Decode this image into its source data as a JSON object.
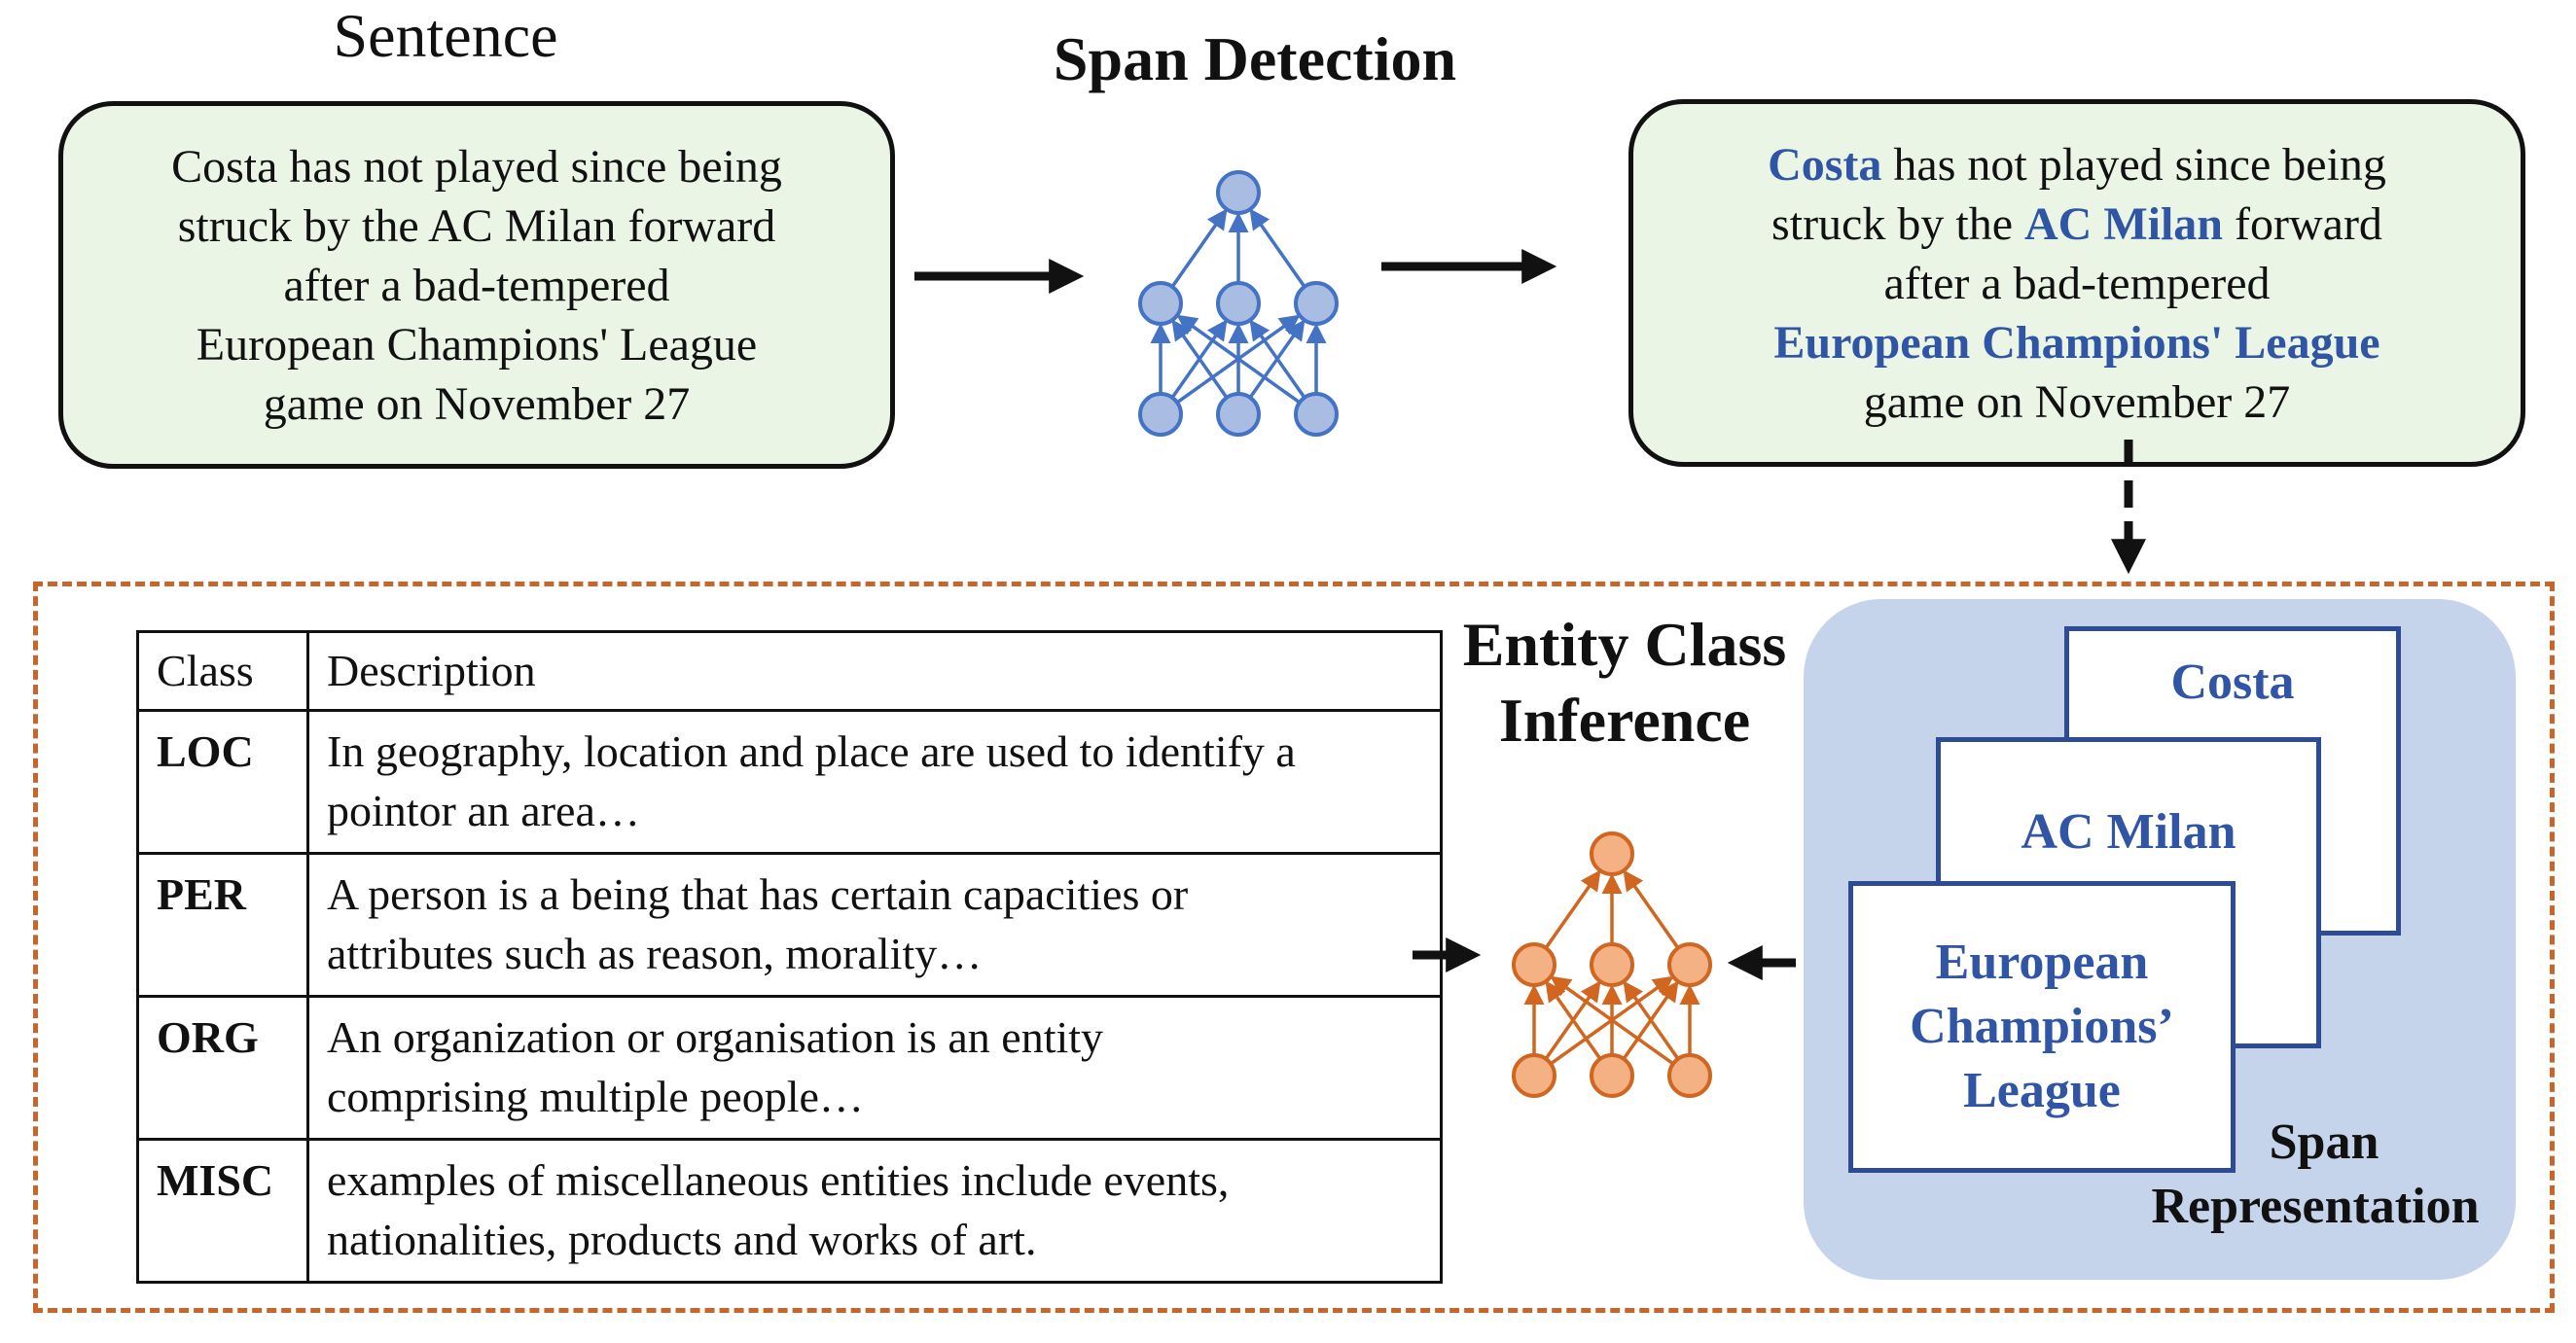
{
  "sentence_heading": "Sentence",
  "span_detection_heading": "Span Detection",
  "entity_class_heading": [
    "Entity Class",
    "Inference"
  ],
  "span_representation_label": [
    "Span",
    "Representation"
  ],
  "input_sentence": [
    "Costa has not played since being",
    "struck by the  AC Milan forward",
    "after a bad-tempered",
    "European Champions' League",
    "game on November 27"
  ],
  "detected_sentence": [
    [
      {
        "text": "Costa",
        "hl": true
      },
      {
        "text": " has not played since being",
        "hl": false
      }
    ],
    [
      {
        "text": "struck by the  ",
        "hl": false
      },
      {
        "text": "AC Milan",
        "hl": true
      },
      {
        "text": " forward",
        "hl": false
      }
    ],
    [
      {
        "text": "after a bad-tempered",
        "hl": false
      }
    ],
    [
      {
        "text": "European Champions' League",
        "hl": true
      }
    ],
    [
      {
        "text": "game on November 27",
        "hl": false
      }
    ]
  ],
  "span_cards": [
    [
      "Costa"
    ],
    [
      "AC Milan"
    ],
    [
      "European",
      "Champions’",
      "League"
    ]
  ],
  "class_table": {
    "headers": [
      "Class",
      "Description"
    ],
    "rows": [
      {
        "code": "LOC",
        "description": [
          "In geography, location and place are used to identify a",
          "pointor an area…"
        ]
      },
      {
        "code": "PER",
        "description": [
          "A person is a being that has certain capacities or",
          "attributes such as reason, morality…"
        ]
      },
      {
        "code": "ORG",
        "description": [
          "An organization or organisation is an entity",
          "comprising multiple people…"
        ]
      },
      {
        "code": "MISC",
        "description": [
          "examples of miscellaneous entities include events,",
          "nationalities, products and works of art."
        ]
      }
    ]
  },
  "colors": {
    "sentence_box_fill": "#ebf5e6",
    "highlight_text": "#2f55a4",
    "detector_network": "#4472c4",
    "detector_node_fill": "#a9bde3",
    "classifier_network": "#d0661f",
    "classifier_node_fill": "#f4b183",
    "dashed_frame": "#c8652a",
    "span_panel": "#c5d3eb",
    "card_border": "#2e4c95"
  },
  "icons": {
    "span_detector": "neural-network-icon",
    "entity_classifier": "neural-network-icon"
  }
}
